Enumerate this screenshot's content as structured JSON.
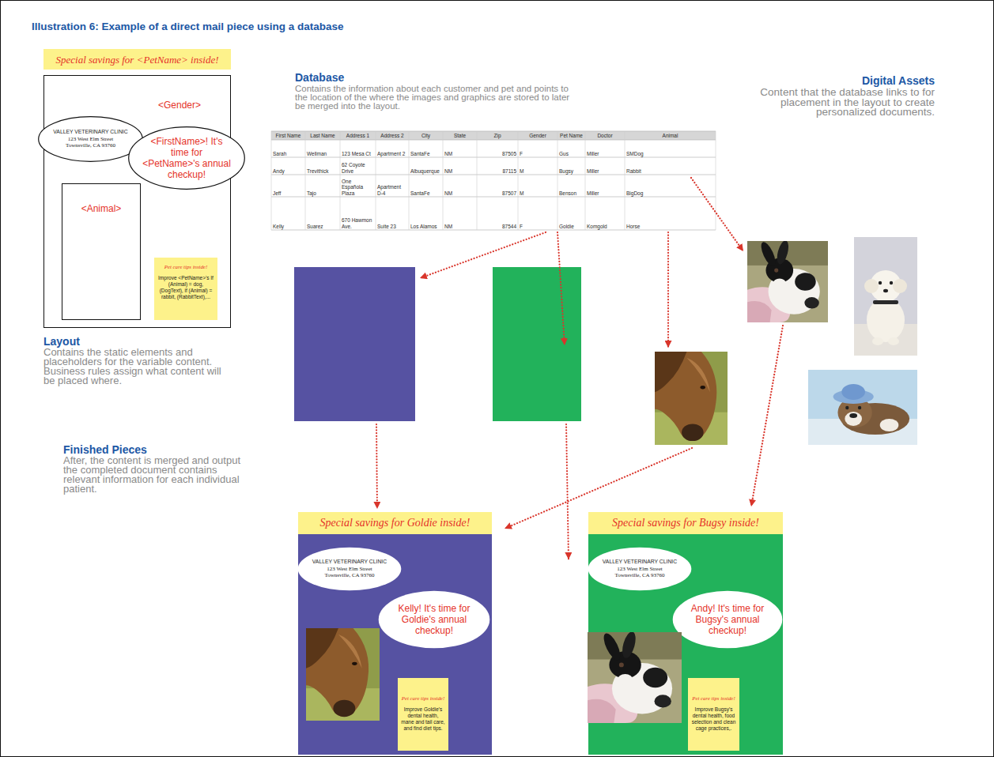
{
  "diagram": {
    "title": "Illustration 6: Example of a direct mail piece using a database",
    "nodes": [
      {
        "text": [
          "Special savings for <PetName> inside!",
          "<Gender>"
        ]
      },
      {
        "text": [
          "VALLEY VETERINARY CLINIC",
          "123 West Elm Street Townsville, CA 93760"
        ],
        "in": 0
      },
      {
        "text": [
          "<FirstName>! It's time for <PetName>'s annual checkup!"
        ],
        "in": 0
      },
      {
        "text": [
          "<Animal>"
        ],
        "in": 0
      },
      {
        "text": [
          "Pet care tips inside!",
          "Improve <PetName>'s If (Animal) = dog, (DogText), if (Animal) = rabbit, (RabbitText),..."
        ],
        "in": 0
      },
      {
        "text": [
          "Special savings for Goldie inside!"
        ]
      },
      {
        "text": [
          "VALLEY VETERINARY CLINIC",
          "123 West Elm Street Townsville, CA 93760"
        ],
        "in": 5
      },
      {
        "text": [
          "Kelly! It's time for Goldie's annual checkup!"
        ],
        "in": 5
      },
      {
        "text": [
          "Pet care tips inside!",
          "Improve Goldie's dental health, mane and tail care, and find diet tips."
        ],
        "in": 5
      },
      {
        "text": [
          "Special savings for Bugsy inside!"
        ]
      },
      {
        "text": [
          "VALLEY VETERINARY CLINIC",
          "123 West Elm Street Townsville, CA 93760"
        ],
        "in": 9
      },
      {
        "text": [
          "Andy! It's time for Bugsy's annual checkup!"
        ],
        "in": 9
      },
      {
        "text": [
          "Pet care tips inside!",
          "Improve Bugsy's dental health, food selection and clean cage practices,."
        ],
        "in": 9
      }
    ],
    "labels": [
      "Database",
      "Contains the information about each customer and pet and points to the location of the where the images and graphics are stored to later be merged into the layout.",
      "First Name",
      "Last Name",
      "Address 1",
      "Address 2",
      "City",
      "State",
      "Zip",
      "Gender",
      "Pet Name",
      "Doctor",
      "Animal",
      "Sarah",
      "Wellman",
      "123 Mesa Ct",
      "Apartment 2",
      "SantaFe",
      "NM",
      "87505",
      "F",
      "Gus",
      "Miller",
      "SMDog",
      "Andy",
      "Trevithick",
      "62 Coyote Drive",
      "Albuquerque",
      "NM",
      "87115",
      "M",
      "Bugsy",
      "Miller",
      "Rabbit",
      "Jeff",
      "Tajo",
      "One Española Plaza",
      "Apartment D-4",
      "SantaFe",
      "NM",
      "87507",
      "M",
      "Benson",
      "Miller",
      "BigDog",
      "Kelly",
      "Suarez",
      "670 Hawmon Ave.",
      "Suite 23",
      "Los Alamos",
      "NM",
      "87544",
      "F",
      "Goldie",
      "Komgold",
      "Horse",
      "Digital Assets",
      "Content that the database links to for placement in the layout to create personalized documents.",
      "Layout",
      "Contains the static elements and placeholders for the variable content. Business rules assign what content will be placed where.",
      "Finished Pieces",
      "After, the content is merged and output the completed document contains relevant information for each individual patient."
    ]
  }
}
